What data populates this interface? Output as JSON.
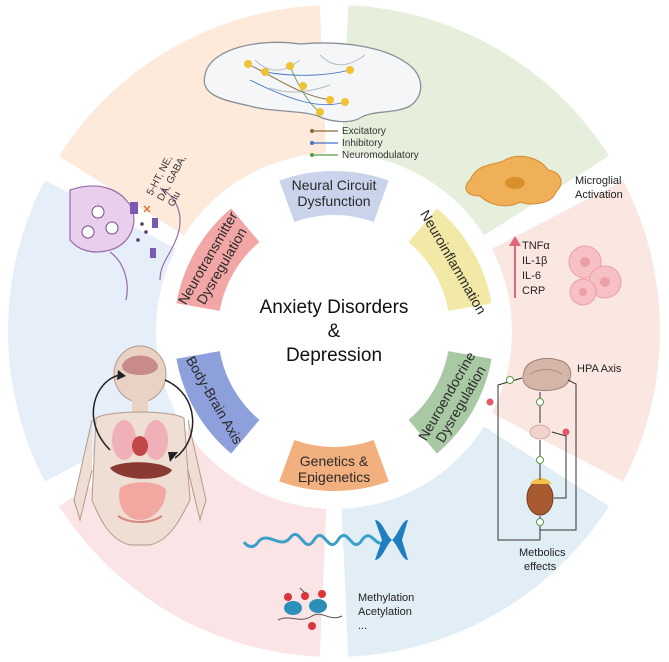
{
  "center": {
    "line1": "Anxiety Disorders",
    "line2": "&",
    "line3": "Depression"
  },
  "sectors": [
    {
      "id": "neural",
      "color": "#e6eefa"
    },
    {
      "id": "neuroinflammation",
      "color": "#fdeadb"
    },
    {
      "id": "neuroendocrine",
      "color": "#e5efdc"
    },
    {
      "id": "genetics",
      "color": "#fbe7e1"
    },
    {
      "id": "bodybrain",
      "color": "#e2eef6"
    },
    {
      "id": "neurotransmitter",
      "color": "#fbe4e6"
    }
  ],
  "bands": [
    {
      "line1": "Neural Circuit",
      "line2": "Dysfunction",
      "color": "#c9d3ea"
    },
    {
      "line1": "Neuroinflammation",
      "line2": "",
      "color": "#f3e9a6"
    },
    {
      "line1": "Neuroendocrine",
      "line2": "Dysregulation",
      "color": "#a9c9a4"
    },
    {
      "line1": "Genetics &",
      "line2": "Epigenetics",
      "color": "#f2b07f"
    },
    {
      "line1": "Body-Brain Axis",
      "line2": "",
      "color": "#8ea0dc"
    },
    {
      "line1": "Neurotransmitter",
      "line2": "Dysregulation",
      "color": "#f3a6a6"
    }
  ],
  "neural_legend": {
    "excitatory": "Excitatory",
    "inhibitory": "Inhibitory",
    "neuromodulatory": "Neuromodulatory",
    "excitatory_color": "#8a6a3a",
    "inhibitory_color": "#4a74c8",
    "neuromodulatory_color": "#5a9a4a"
  },
  "inflammation": {
    "microglial_line1": "Microglial",
    "microglial_line2": "Activation",
    "markers": [
      "TNFα",
      "IL-1β",
      "IL-6",
      "CRP"
    ],
    "arrow_color": "#e0677a"
  },
  "endocrine": {
    "hpa": "HPA Axis",
    "metab_line1": "Metbolics",
    "metab_line2": "effects"
  },
  "epigenetics": {
    "methylation": "Methylation",
    "acetylation": "Acetylation",
    "ellipsis": "..."
  },
  "neurotransmitter_list": {
    "line1": "5-HT, NE,",
    "line2": "DA, GABA,",
    "line3": "Glu"
  }
}
